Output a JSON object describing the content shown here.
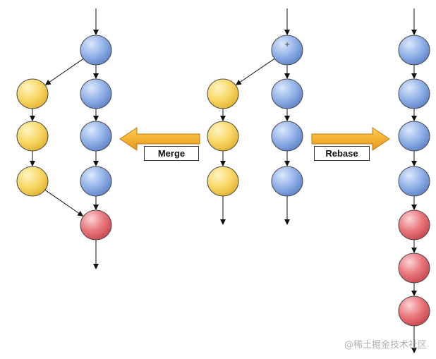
{
  "labels": {
    "merge": "Merge",
    "rebase": "Rebase"
  },
  "watermark": "@稀土掘金技术社区",
  "colors": {
    "main_commit": "#7fa3e0",
    "branch_commit": "#f7d15e",
    "new_commit": "#e0646b",
    "arrow_fill": "#f5a623",
    "line": "#111111"
  },
  "diagrams": [
    {
      "name": "merge-result",
      "main_commits": 4,
      "branch_commits": 3,
      "merge_commits": 1
    },
    {
      "name": "original-history",
      "main_commits": 4,
      "branch_commits": 3
    },
    {
      "name": "rebase-result",
      "main_commits": 4,
      "rebased_commits": 3
    }
  ]
}
